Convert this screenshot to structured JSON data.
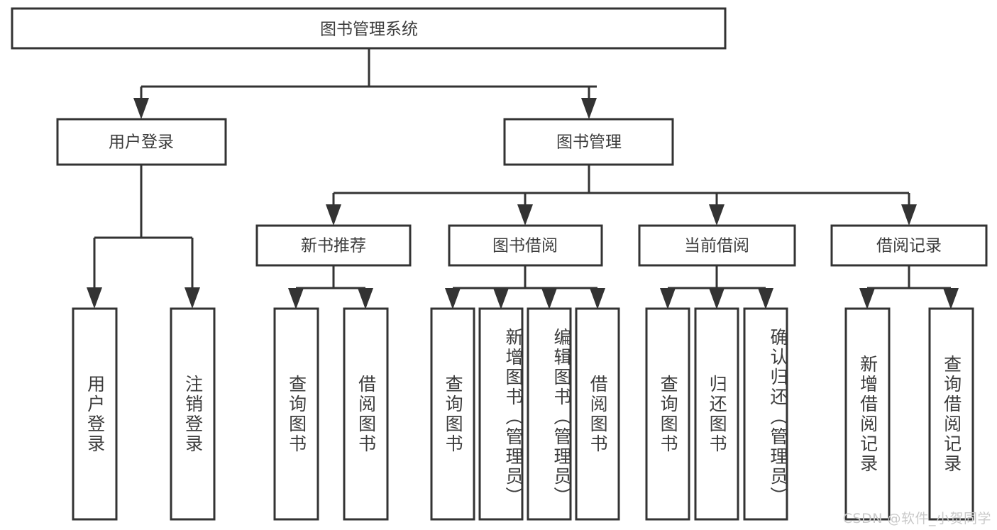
{
  "diagram": {
    "title": "图书管理系统",
    "type": "tree-hierarchy-chart",
    "watermark": "CSDN @软件_小贺同学",
    "colors": {
      "stroke": "#333333",
      "box_fill": "#ffffff",
      "text": "#3c3c3c",
      "watermark": "#c9c9c9",
      "background": "#ffffff"
    },
    "root": {
      "label": "图书管理系统"
    },
    "level2": [
      {
        "label": "用户登录"
      },
      {
        "label": "图书管理"
      }
    ],
    "level3": [
      {
        "label": "新书推荐"
      },
      {
        "label": "图书借阅"
      },
      {
        "label": "当前借阅"
      },
      {
        "label": "借阅记录"
      }
    ],
    "leaves": {
      "user_login": [
        {
          "label": "用户登录"
        },
        {
          "label": "注销登录"
        }
      ],
      "new_book_recommend": [
        {
          "label": "查询图书"
        },
        {
          "label": "借阅图书"
        }
      ],
      "book_borrow": [
        {
          "label": "查询图书"
        },
        {
          "label": "新增图书（管理员）"
        },
        {
          "label": "编辑图书（管理员）"
        },
        {
          "label": "借阅图书"
        }
      ],
      "current_borrow": [
        {
          "label": "查询图书"
        },
        {
          "label": "归还图书"
        },
        {
          "label": "确认归还（管理员）"
        }
      ],
      "borrow_record": [
        {
          "label": "新增借阅记录"
        },
        {
          "label": "查询借阅记录"
        }
      ]
    }
  }
}
